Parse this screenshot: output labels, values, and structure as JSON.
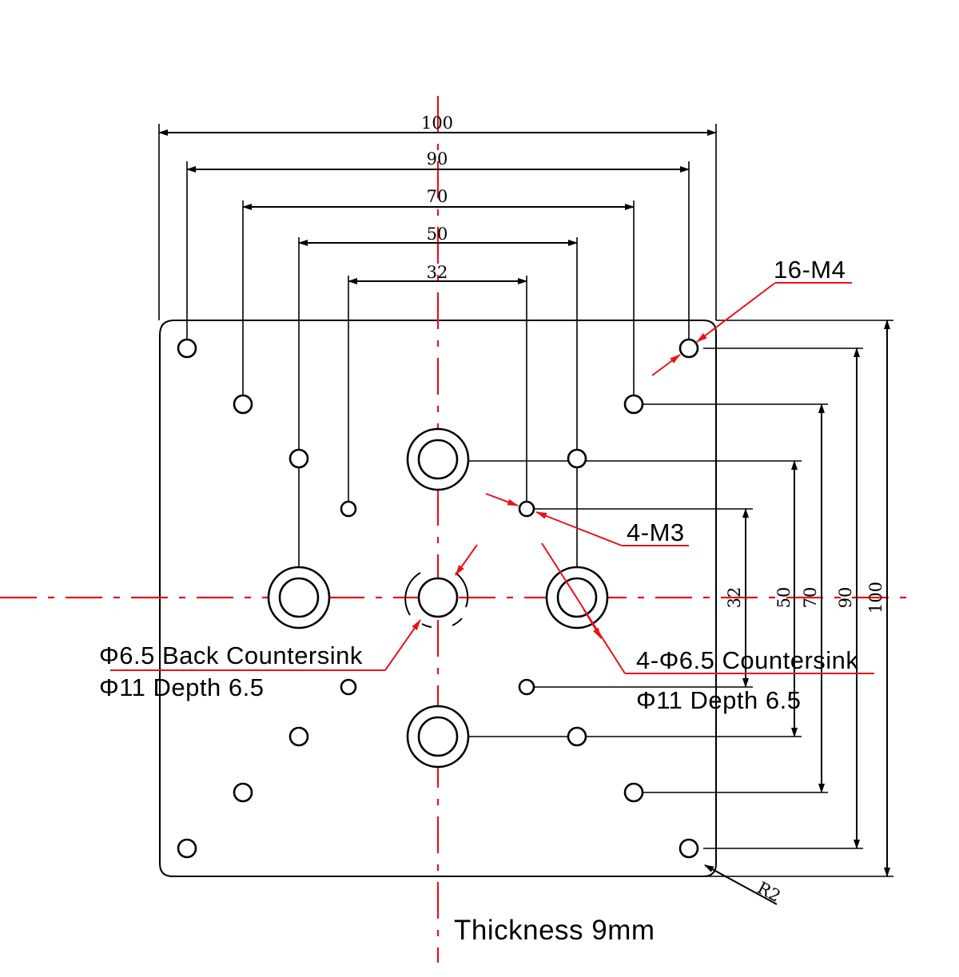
{
  "dimensions": {
    "horizontal": [
      "100",
      "90",
      "70",
      "50",
      "32"
    ],
    "vertical": [
      "32",
      "50",
      "70",
      "90",
      "100"
    ],
    "corner_radius": "R2"
  },
  "callouts": {
    "m4": "16-M4",
    "m3": "4-M3",
    "back_countersink_line1": "Φ6.5 Back Countersink",
    "back_countersink_line2": "Φ11 Depth 6.5",
    "countersink_line1": "4-Φ6.5 Countersink",
    "countersink_line2": "Φ11 Depth 6.5"
  },
  "thickness": "Thickness 9mm",
  "colors": {
    "line": "#000000",
    "centerline_and_leaders": "#e8121a"
  }
}
